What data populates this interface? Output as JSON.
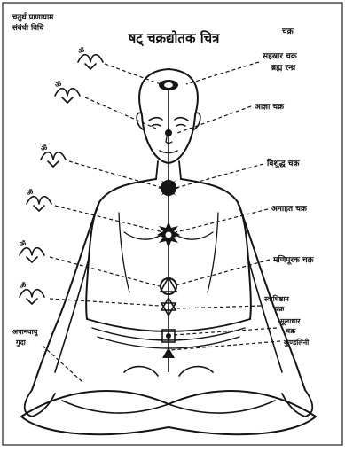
{
  "diagram": {
    "title": "षट् चक्रद्योतक चित्र",
    "corner_left": [
      "चतुर्थ प्राणायाम",
      "संबंधी विधि"
    ],
    "column_header": "चक्र",
    "chakras": [
      {
        "lines": [
          "सहस्रार चक्र",
          "ब्रह्म रन्ध्र"
        ]
      },
      {
        "lines": [
          "आज्ञा चक्र"
        ]
      },
      {
        "lines": [
          "विशुद्ध चक्र"
        ]
      },
      {
        "lines": [
          "अनाहत चक्र"
        ]
      },
      {
        "lines": [
          "मणिपूरक चक्र"
        ]
      },
      {
        "lines": [
          "स्वाधिष्ठान",
          "चक्र"
        ]
      },
      {
        "lines": [
          "मूलाधार",
          "चक्र"
        ]
      },
      {
        "lines": [
          "कुण्डलिनी"
        ]
      }
    ],
    "left_note": [
      "अपानवायु",
      "गुदा"
    ]
  },
  "colors": {
    "ink": "#151515",
    "paper": "#ffffff"
  }
}
